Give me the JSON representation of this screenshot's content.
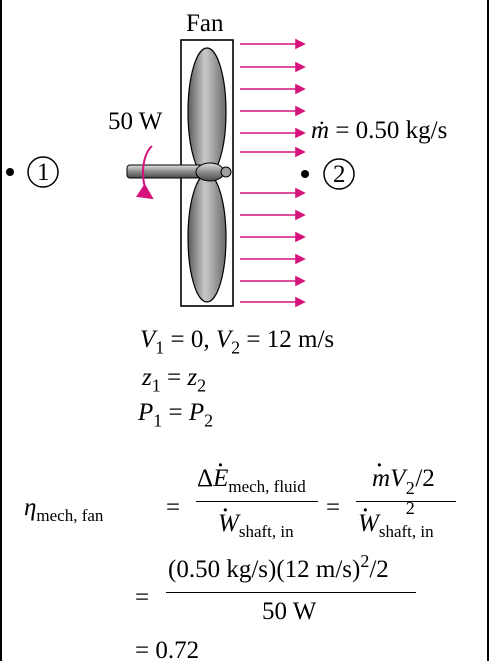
{
  "diagram": {
    "fan_label": "Fan",
    "power_label": "50 W",
    "mass_flow": {
      "symbol": "ṁ",
      "value": "= 0.50 kg/s"
    },
    "station_1": "1",
    "station_2": "2",
    "colors": {
      "arrow": "#d6127d",
      "blade": "#8a8a8a",
      "line": "#000000"
    }
  },
  "conditions": {
    "v1": "V",
    "v1_sub": "1",
    "v1_eq": " = 0, ",
    "v2": "V",
    "v2_sub": "2",
    "v2_eq": " = 12 m/s",
    "z1": "z",
    "z1_sub": "1",
    "z_eq": " = ",
    "z2": "z",
    "z2_sub": "2",
    "p1": "P",
    "p1_sub": "1",
    "p_eq": " = ",
    "p2": "P",
    "p2_sub": "2"
  },
  "equation": {
    "eta": "η",
    "eta_sub": "mech, fan",
    "eq1": "=",
    "frac1_num_delta": "Δ",
    "frac1_num_E": "E",
    "frac1_num_sub": "mech, fluid",
    "frac1_den_W": "W",
    "frac1_den_sub": "shaft, in",
    "eq2": "=",
    "frac2_num_m": "m",
    "frac2_num_V": "V",
    "frac2_num_sup": "2",
    "frac2_num_sub": "2",
    "frac2_num_rest": "/2",
    "frac2_den_W": "W",
    "frac2_den_sub": "shaft, in",
    "eq3": "=",
    "frac3_num_a": "(0.50 kg/s)(12 m/s)",
    "frac3_num_sup": "2",
    "frac3_num_b": "/2",
    "frac3_den": "50 W",
    "eq4": "= 0.72"
  }
}
